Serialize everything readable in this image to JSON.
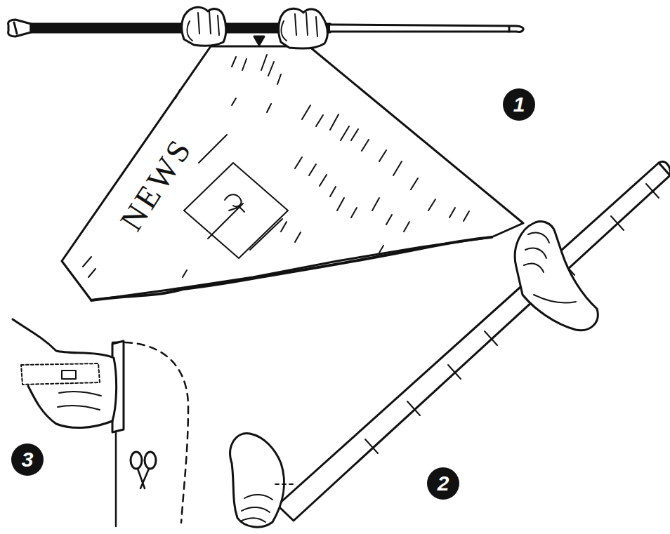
{
  "diagram": {
    "labels": [
      "NEWS",
      "1",
      "2",
      "3"
    ]
  }
}
